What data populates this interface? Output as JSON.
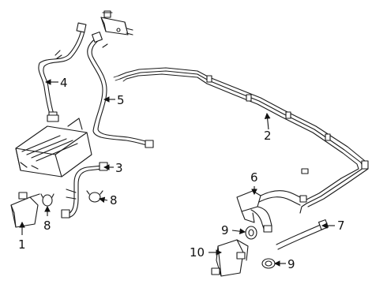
{
  "diagram": {
    "callouts": [
      {
        "id": "c1",
        "label": "1"
      },
      {
        "id": "c2",
        "label": "2"
      },
      {
        "id": "c3",
        "label": "3"
      },
      {
        "id": "c4",
        "label": "4"
      },
      {
        "id": "c5",
        "label": "5"
      },
      {
        "id": "c6",
        "label": "6"
      },
      {
        "id": "c7",
        "label": "7"
      },
      {
        "id": "c8a",
        "label": "8"
      },
      {
        "id": "c8b",
        "label": "8"
      },
      {
        "id": "c9a",
        "label": "9"
      },
      {
        "id": "c9b",
        "label": "9"
      },
      {
        "id": "c10",
        "label": "10"
      }
    ],
    "colors": {
      "ink": "#1a1a1a",
      "background": "#ffffff"
    }
  }
}
